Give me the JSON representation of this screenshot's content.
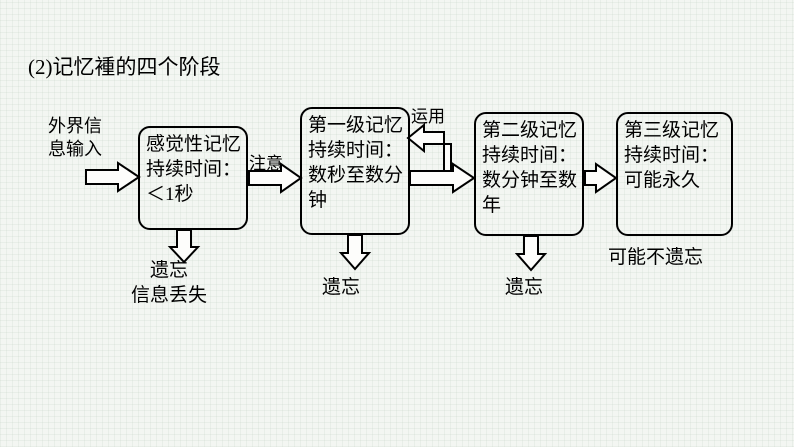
{
  "slide": {
    "background_color": "#f3f6f2",
    "ink_color": "#000000"
  },
  "title": {
    "prefix": "(2)",
    "text": "记忆的四个阶段",
    "overlap_char": "褈",
    "full": "(2)记忆褈的四个阶段"
  },
  "diagram": {
    "type": "flowchart",
    "orientation": "left-to-right",
    "input_label": "外界信\n息输入",
    "nodes": [
      {
        "id": "sensory",
        "name": "sensory-memory",
        "text": "感觉性记忆持续时间：＜1秒",
        "shape": "rounded-rectangle"
      },
      {
        "id": "level1",
        "name": "first-level-memory",
        "text": "第一级记忆持续时间：数秒至数分钟",
        "shape": "rounded-rectangle"
      },
      {
        "id": "level2",
        "name": "second-level-memory",
        "text": "第二级记忆持续时间：数分钟至数年",
        "shape": "rounded-rectangle"
      },
      {
        "id": "level3",
        "name": "third-level-memory",
        "text": "第三级记忆持续时间：可能永久",
        "shape": "rounded-rectangle"
      }
    ],
    "edge_labels": {
      "attention": "注意",
      "use": "运用"
    },
    "outputs": [
      {
        "id": "forget-sensory",
        "text": "遗忘\n信息丢失"
      },
      {
        "id": "forget-level1",
        "text": "遗忘"
      },
      {
        "id": "forget-level2",
        "text": "遗忘"
      },
      {
        "id": "permanent",
        "text": "可能不遗忘"
      }
    ]
  }
}
